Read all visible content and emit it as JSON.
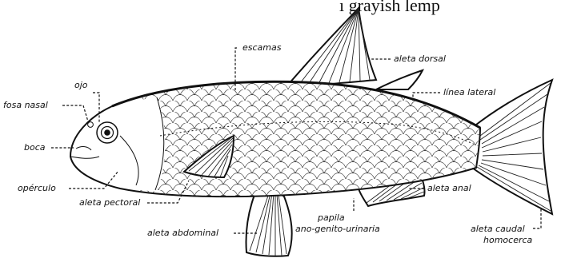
{
  "header": {
    "caption_fragment": "ı grayish lemp"
  },
  "labels": {
    "escamas": "escamas",
    "aleta_dorsal": "aleta dorsal",
    "linea_lateral": "línea lateral",
    "ojo": "ojo",
    "fosa_nasal": "fosa nasal",
    "boca": "boca",
    "operculo": "opérculo",
    "aleta_pectoral": "aleta pectoral",
    "aleta_anal": "aleta anal",
    "aleta_abdominal": "aleta abdominal",
    "papila_1": "papila",
    "papila_2": "ano-genito-urinaria",
    "aleta_caudal_1": "aleta caudal",
    "aleta_caudal_2": "homocerca"
  }
}
